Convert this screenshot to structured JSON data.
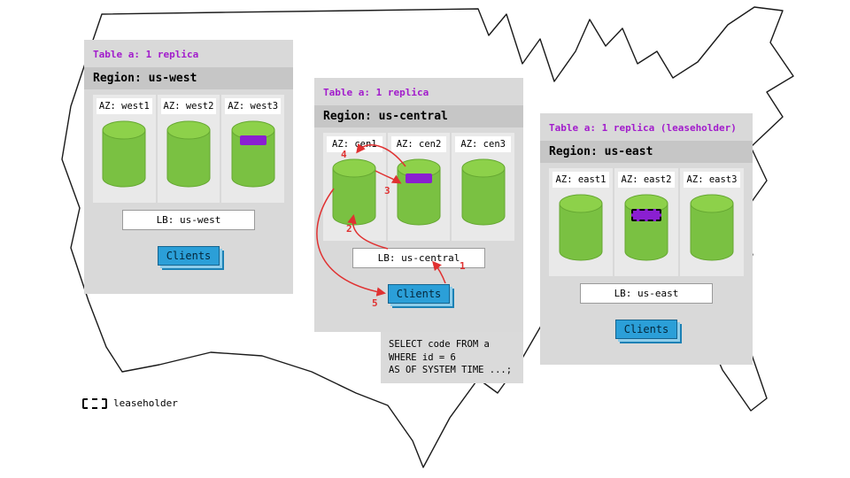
{
  "colors": {
    "panel_gray": "#d9d9d9",
    "region_bar_gray": "#c6c6c6",
    "db_green": "#7ac142",
    "replica_purple": "#8a1fd1",
    "accent_purple": "#a21ccc",
    "clients_blue": "#2b9fd8",
    "arrow_red": "#e03131"
  },
  "legend": {
    "label": "leaseholder"
  },
  "sql": {
    "lines": [
      "SELECT code FROM a",
      "WHERE id = 6",
      "AS OF SYSTEM TIME ...;"
    ]
  },
  "steps": [
    "1",
    "2",
    "3",
    "4",
    "5"
  ],
  "regions": [
    {
      "table_label": "Table a: 1 replica",
      "region_label": "Region: us-west",
      "azs": [
        {
          "label": "AZ: west1"
        },
        {
          "label": "AZ: west2"
        },
        {
          "label": "AZ: west3"
        }
      ],
      "lb_label": "LB: us-west",
      "clients_label": "Clients"
    },
    {
      "table_label": "Table a: 1 replica",
      "region_label": "Region: us-central",
      "azs": [
        {
          "label": "AZ: cen1"
        },
        {
          "label": "AZ: cen2"
        },
        {
          "label": "AZ: cen3"
        }
      ],
      "lb_label": "LB: us-central",
      "clients_label": "Clients"
    },
    {
      "table_label": "Table a: 1 replica (leaseholder)",
      "region_label": "Region: us-east",
      "azs": [
        {
          "label": "AZ: east1"
        },
        {
          "label": "AZ: east2"
        },
        {
          "label": "AZ: east3"
        }
      ],
      "lb_label": "LB: us-east",
      "clients_label": "Clients"
    }
  ]
}
